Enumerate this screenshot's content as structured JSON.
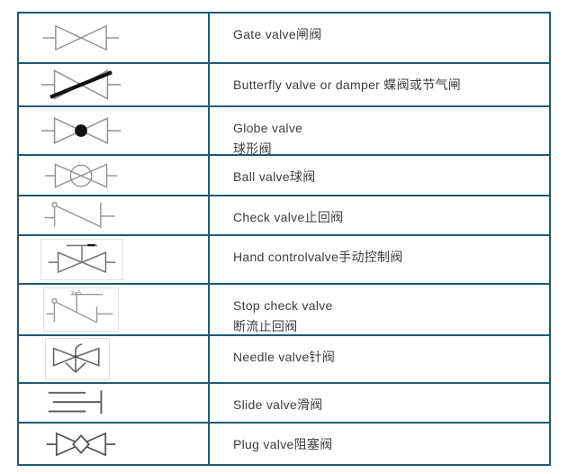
{
  "table": {
    "border_color": "#1E5A75",
    "text_color": "#3D3D3D",
    "symbol_line_gray": "#8F8F8F",
    "symbol_line_dark": "#666666",
    "butterfly_disc_black": "#111111",
    "rows": [
      {
        "symbol": "gate-valve-icon",
        "line1": "Gate valve闸阀",
        "line2": ""
      },
      {
        "symbol": "butterfly-valve-icon",
        "line1": "Butterfly valve or damper 蝶阀或节气闸",
        "line2": ""
      },
      {
        "symbol": "globe-valve-icon",
        "line1": "Globe valve",
        "line2": "球形阀"
      },
      {
        "symbol": "ball-valve-icon",
        "line1": "Ball valve球阀",
        "line2": ""
      },
      {
        "symbol": "check-valve-icon",
        "line1": "Check valve止回阀",
        "line2": ""
      },
      {
        "symbol": "hand-control-valve-icon",
        "line1": "Hand controlvalve手动控制阀",
        "line2": ""
      },
      {
        "symbol": "stop-check-valve-icon",
        "line1": "Stop check valve",
        "line2": "断流止回阀",
        "tiny_label": "Y=5"
      },
      {
        "symbol": "needle-valve-icon",
        "line1": "Needle valve针阀",
        "line2": ""
      },
      {
        "symbol": "slide-valve-icon",
        "line1": "Slide valve滑阀",
        "line2": ""
      },
      {
        "symbol": "plug-valve-icon",
        "line1": "Plug valve阻塞阀",
        "line2": ""
      }
    ]
  }
}
